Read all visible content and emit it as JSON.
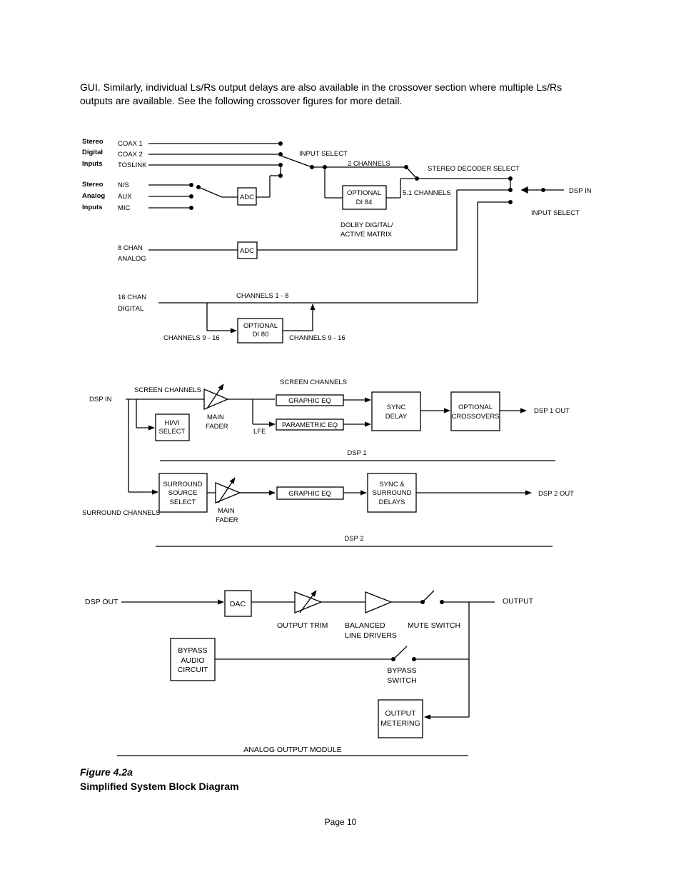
{
  "intro": {
    "line1": "GUI. Similarly, individual Ls/Rs output delays are also available in the crossover section where multiple Ls/Rs",
    "line2": "outputs are available. See the following crossover figures for more detail."
  },
  "input_diagram": {
    "stereo_digital": [
      "Stereo",
      "Digital",
      "Inputs"
    ],
    "digital_sources": [
      "COAX 1",
      "COAX 2",
      "TOSLINK"
    ],
    "stereo_analog": [
      "Stereo",
      "Analog",
      "Inputs"
    ],
    "analog_sources": [
      "N/S",
      "AUX",
      "MIC"
    ],
    "adc": "ADC",
    "input_select": "INPUT SELECT",
    "two_channels": "2 CHANNELS",
    "stereo_decoder_select": "STEREO DECODER SELECT",
    "optional_di84": [
      "OPTIONAL",
      "DI 84"
    ],
    "five_one_channels": "5.1 CHANNELS",
    "dsp_in": "DSP IN",
    "input_select_2": "INPUT SELECT",
    "dolby": [
      "DOLBY DIGITAL/",
      "ACTIVE MATRIX"
    ],
    "eight_chan": [
      "8 CHAN",
      "ANALOG"
    ],
    "sixteen_chan": [
      "16 CHAN",
      "DIGITAL"
    ],
    "channels_1_8": "CHANNELS 1 - 8",
    "optional_di80": [
      "OPTIONAL",
      "DI 80"
    ],
    "channels_9_16_in": "CHANNELS 9 - 16",
    "channels_9_16_out": "CHANNELS 9 - 16"
  },
  "dsp_diagram": {
    "dsp_in": "DSP  IN",
    "screen_channels": "SCREEN CHANNELS",
    "screen_channels_2": "SCREEN CHANNELS",
    "hivi_select": [
      "HI/VI",
      "SELECT"
    ],
    "main_fader": [
      "MAIN",
      "FADER"
    ],
    "lfe": "LFE",
    "graphic_eq": "GRAPHIC EQ",
    "parametric_eq": "PARAMETRIC EQ",
    "sync_delay": [
      "SYNC",
      "DELAY"
    ],
    "optional_crossovers": [
      "OPTIONAL",
      "CROSSOVERS"
    ],
    "dsp1_out": "DSP 1 OUT",
    "dsp1": "DSP 1",
    "surround_source_select": [
      "SURROUND",
      "SOURCE",
      "SELECT"
    ],
    "surround_channels": "SURROUND CHANNELS",
    "main_fader_2": [
      "MAIN",
      "FADER"
    ],
    "graphic_eq_2": "GRAPHIC EQ",
    "sync_surround": [
      "SYNC &",
      "SURROUND",
      "DELAYS"
    ],
    "dsp2_out": "DSP 2 OUT",
    "dsp2": "DSP 2"
  },
  "output_diagram": {
    "dsp_out": "DSP OUT",
    "dac": "DAC",
    "output_trim": "OUTPUT TRIM",
    "balanced_line_drivers": [
      "BALANCED",
      "LINE DRIVERS"
    ],
    "mute_switch": "MUTE SWITCH",
    "output": "OUTPUT",
    "bypass_audio_circuit": [
      "BYPASS",
      "AUDIO",
      "CIRCUIT"
    ],
    "bypass_switch": [
      "BYPASS",
      "SWITCH"
    ],
    "output_metering": [
      "OUTPUT",
      "METERING"
    ],
    "analog_output_module": "ANALOG OUTPUT MODULE"
  },
  "caption": {
    "figure": "Figure 4.2a",
    "title": "Simplified System Block Diagram"
  },
  "footer": {
    "page": "Page 10"
  }
}
